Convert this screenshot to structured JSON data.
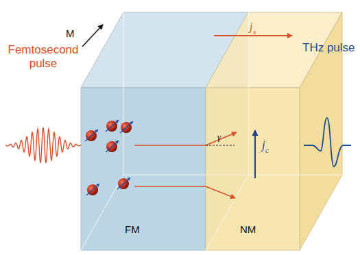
{
  "diagram": {
    "nodes": [
      {
        "text": [
          "FM"
        ]
      },
      {
        "text": [
          "NM"
        ]
      }
    ],
    "labels": [
      "Femtosecond pulse",
      "M",
      "j",
      "s",
      "THz pulse",
      "γ",
      "j",
      "c"
    ]
  }
}
